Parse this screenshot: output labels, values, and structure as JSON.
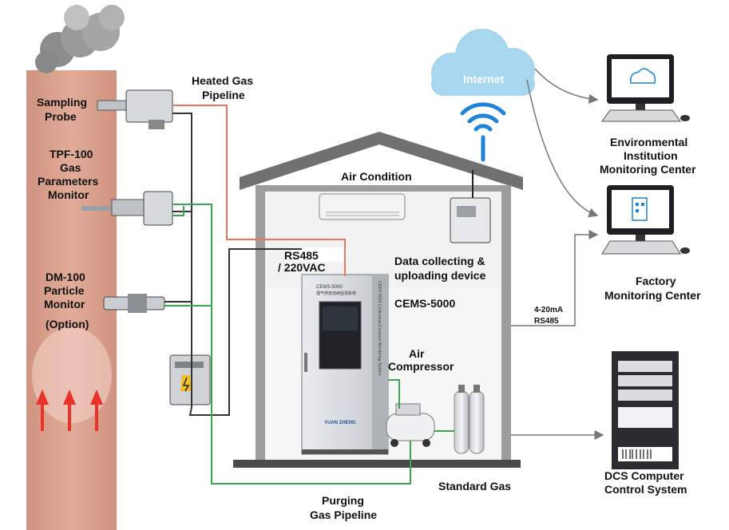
{
  "colors": {
    "stack": "#d9a08c",
    "heated_pipe": "#e8765a",
    "purge_pipe": "#3aa650",
    "signal_line": "#333333",
    "arrow": "#e8322a",
    "cloud": "#a9d6ef",
    "wifi": "#1f84d6",
    "house_roof": "#6b6b6b",
    "house_wall": "#9a9a9a"
  },
  "labels": {
    "sampling_probe": [
      "Sampling",
      "Probe"
    ],
    "tpf_monitor": [
      "TPF-100",
      "Gas",
      "Parameters",
      "Monitor"
    ],
    "dm_monitor": [
      "DM-100",
      "Particle",
      "Monitor"
    ],
    "dm_option": "(Option)",
    "heated_gas_pipeline": [
      "Heated Gas",
      "Pipeline"
    ],
    "internet": "Internet",
    "env_center": [
      "Environmental",
      "Institution",
      "Monitoring Center"
    ],
    "factory_center": [
      "Factory",
      "Monitoring Center"
    ],
    "air_condition": "Air Condition",
    "rs485": [
      "RS485",
      "/ 220VAC"
    ],
    "data_device": [
      "Data collecting &",
      "uploading device"
    ],
    "cems": "CEMS-5000",
    "air_compressor": [
      "Air",
      "Compressor"
    ],
    "signal": [
      "4-20mA",
      "RS485"
    ],
    "dcs": [
      "DCS Computer",
      "Control System"
    ],
    "standard_gas": "Standard Gas",
    "purging": [
      "Purging",
      "Gas Pipeline"
    ],
    "cabinet_brand": "YUAN ZHENG",
    "cabinet_model": "CEMS-5000",
    "cabinet_cn": "烟气排放连续监测系统",
    "cabinet_side": "CEMS-5000 Continuous Emission Monitoring System"
  }
}
